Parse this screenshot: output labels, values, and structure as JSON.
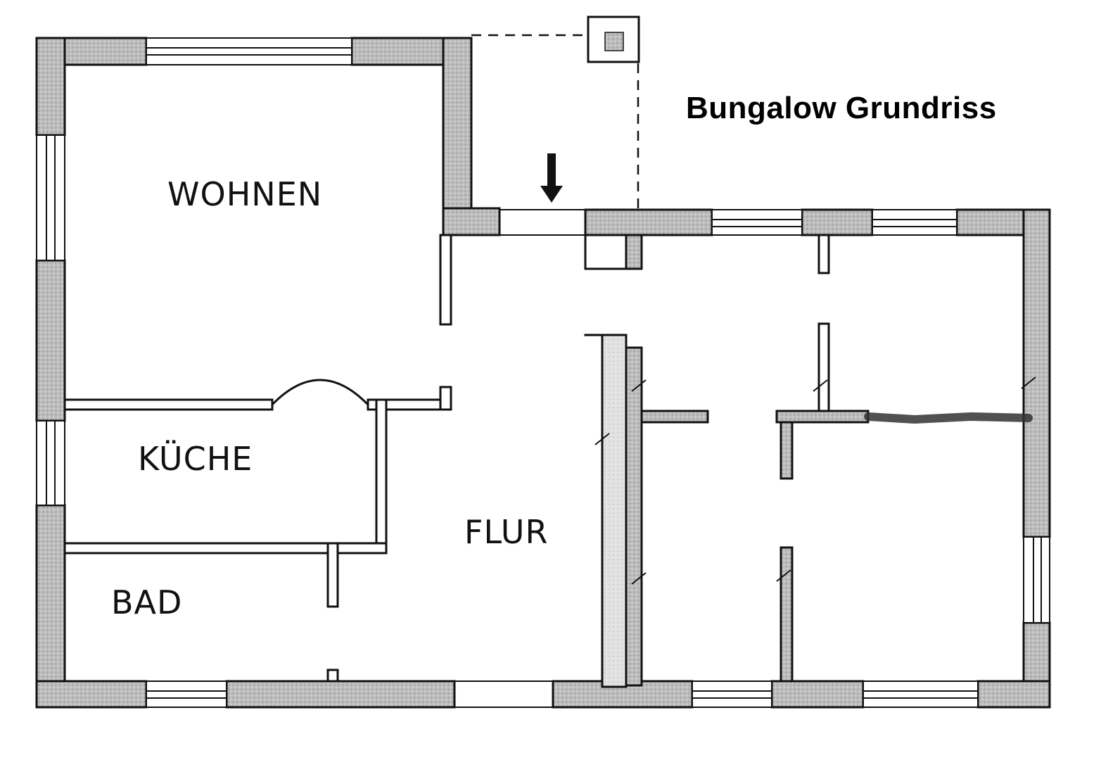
{
  "title": "Bungalow Grundriss",
  "rooms": {
    "wohnen": "WOHNEN",
    "kueche": "KÜCHE",
    "bad": "BAD",
    "flur": "FLUR"
  },
  "colors": {
    "wall_fill": "#9a9a9a",
    "wall_inner": "#cfcfcf",
    "line": "#111111",
    "background": "#ffffff"
  }
}
